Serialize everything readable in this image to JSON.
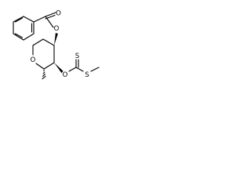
{
  "molecule": {
    "atoms": {
      "carbonyl_oxygen": "O",
      "ester_oxygen": "O",
      "ring_oxygen": "O",
      "xanthate_oxygen": "O",
      "thione_sulfur": "S",
      "thioether_sulfur": "S"
    }
  },
  "colors": {
    "bond": "#000000",
    "label": "#000000",
    "background": "#ffffff"
  }
}
